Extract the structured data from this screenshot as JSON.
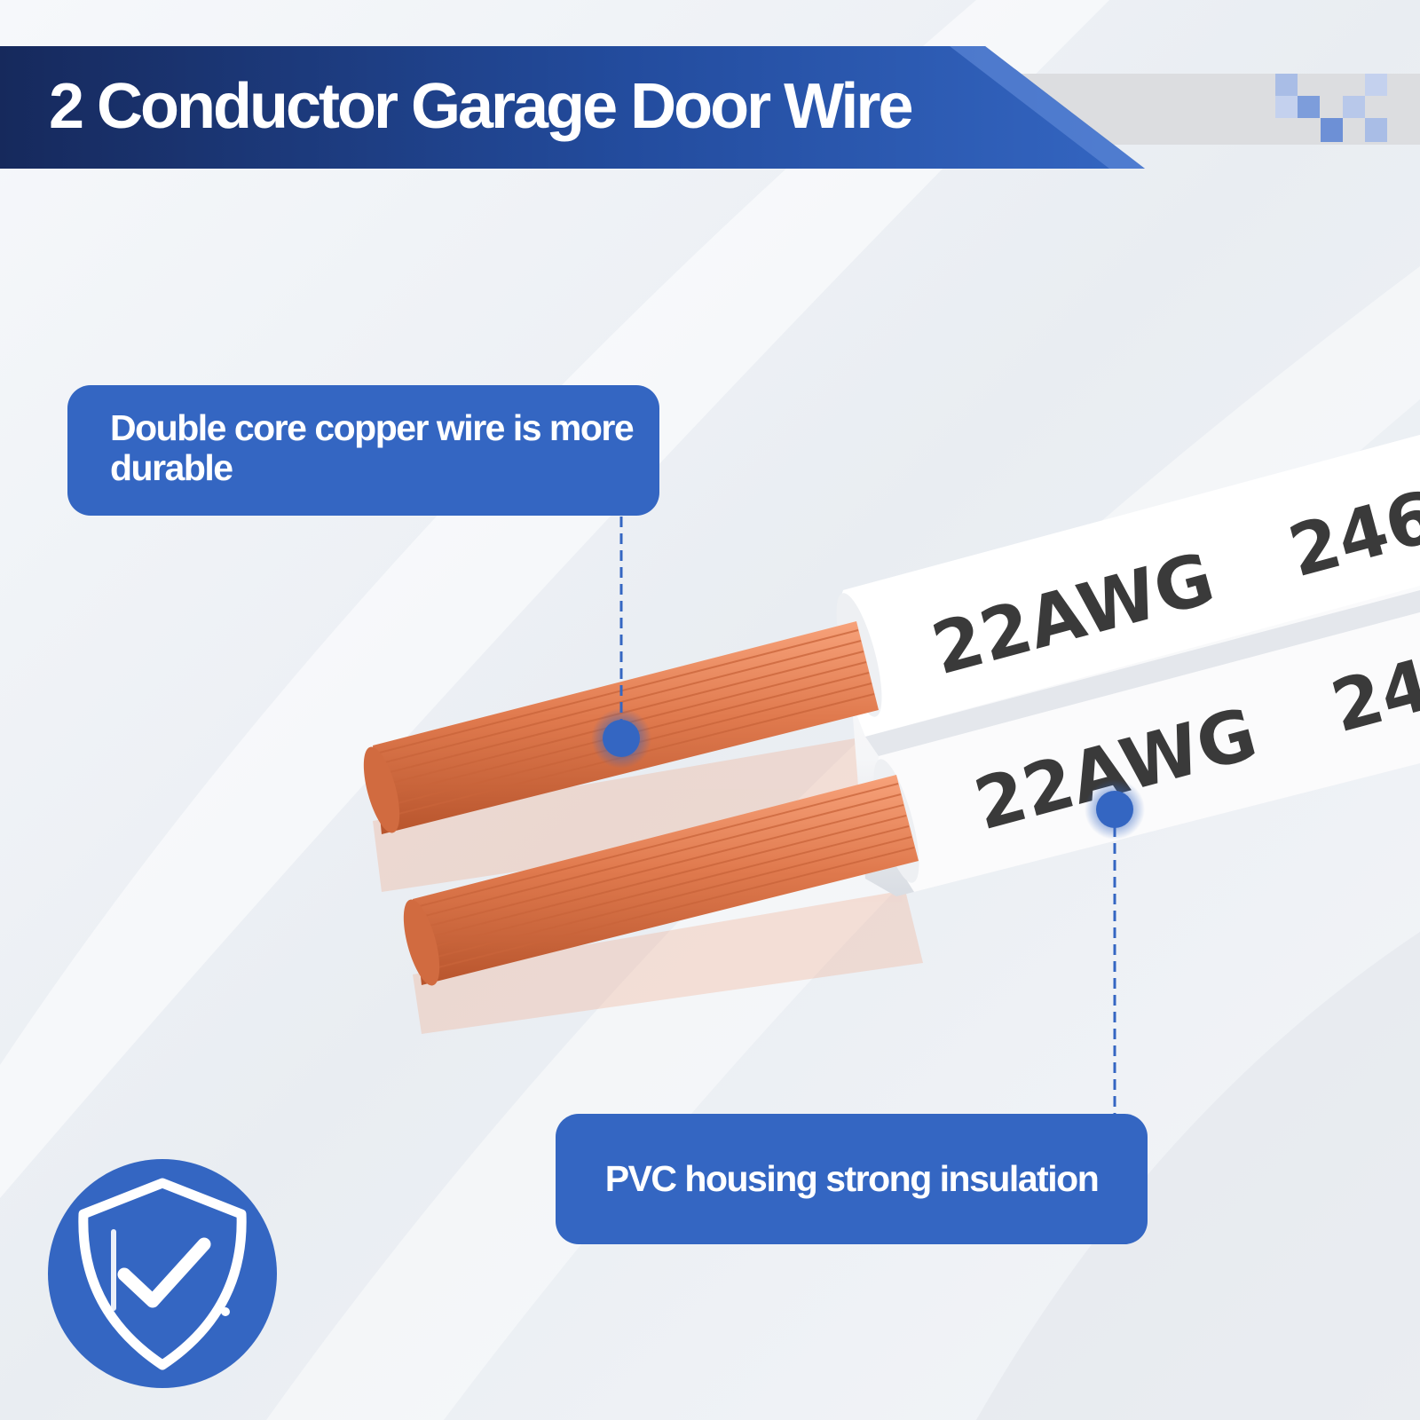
{
  "title": "2 Conductor Garage Door Wire",
  "callouts": {
    "copper": "Double core copper wire is more durable",
    "pvc": "PVC housing strong insulation"
  },
  "wire_print": {
    "upper_gauge": "22AWG",
    "upper_partial": "246",
    "lower_gauge": "22AWG",
    "lower_partial": "24"
  },
  "icons": {
    "badge": "shield-check-icon"
  },
  "colors": {
    "brand_blue": "#3466c2",
    "banner_dark": "#1a2f66",
    "copper": "#e07a4e",
    "print_gray": "#3a3a3a"
  }
}
